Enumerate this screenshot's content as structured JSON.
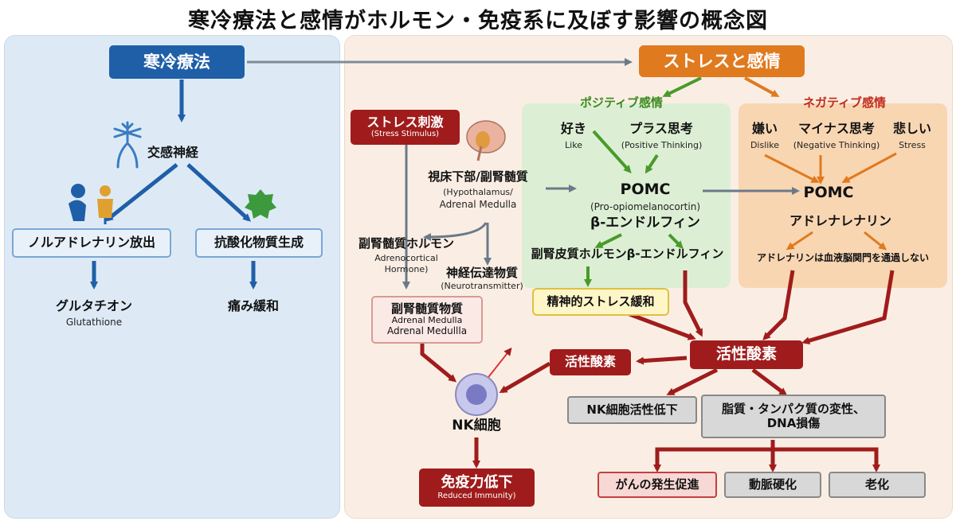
{
  "title": "寒冷療法と感情がホルモン・免疫系に及ぼす影響の概念図",
  "colors": {
    "blue": "#1f5fa8",
    "orange": "#e07a1f",
    "green": "#4a9a2a",
    "red": "#a01c1c",
    "gray": "#6b7a8a"
  },
  "left": {
    "cold_therapy": "寒冷療法",
    "sympathetic": "交感神経",
    "noradrenaline": "ノルアドレナリン放出",
    "antioxidant": "抗酸化物質生成",
    "glutathione": "グルタチオン",
    "glutathione_en": "Glutathione",
    "pain_relief": "痛み緩和"
  },
  "right": {
    "stress_emotion": "ストレスと感情",
    "positive": "ポジティブ感情",
    "negative": "ネガティブ感情",
    "stress_stimulus": "ストレス刺激",
    "stress_stimulus_en": "(Stress Stimulus)",
    "hypothalamus": "視床下部/副腎髄質",
    "hypothalamus_en1": "(Hypothalamus/",
    "hypothalamus_en2": "Adrenal Medulla",
    "adrenocortical": "副腎髄質ホルモン",
    "adrenocortical_en1": "Adrenocortical",
    "adrenocortical_en2": "Hormone)",
    "neurotransmitter": "神経伝達物質",
    "neurotransmitter_en": "(Neurotransmitter)",
    "adrenal_medulla": "副腎髄質物質",
    "adrenal_medulla_en1": "Adrenal Medulla",
    "adrenal_medulla_en2": "Adrenal Medullla",
    "like": "好き",
    "like_en": "Like",
    "plus_thinking": "プラス思考",
    "plus_thinking_en": "(Positive Thinking)",
    "pomc": "POMC",
    "pomc_en": "(Pro-opiomelanocortin)",
    "beta_endorphin": "β-エンドルフィン",
    "cortical_hormone": "副腎皮質ホルモンβ-エンドルフィン",
    "mental_relief": "精神的ストレス緩和",
    "dislike": "嫌い",
    "dislike_en": "Dislike",
    "minus_thinking": "マイナス思考",
    "minus_thinking_en": "(Negative Thinking)",
    "sad": "悲しい",
    "sad_en": "Stress",
    "pomc2": "POMC",
    "adrenaline": "アドレナレナリン",
    "bbb": "アドレナリンは血液脳関門を通過しない",
    "ros_main": "活性酸素",
    "ros_side": "活性酸素",
    "nk_cell": "NK細胞",
    "immunity_down": "免疫力低下",
    "immunity_down_en": "Reduced Immunity)",
    "nk_down": "NK細胞活性低下",
    "damage1": "脂質・タンパク質の変性、",
    "damage2": "DNA損傷",
    "cancer": "がんの発生促進",
    "arteriosclerosis": "動脈硬化",
    "aging": "老化"
  }
}
